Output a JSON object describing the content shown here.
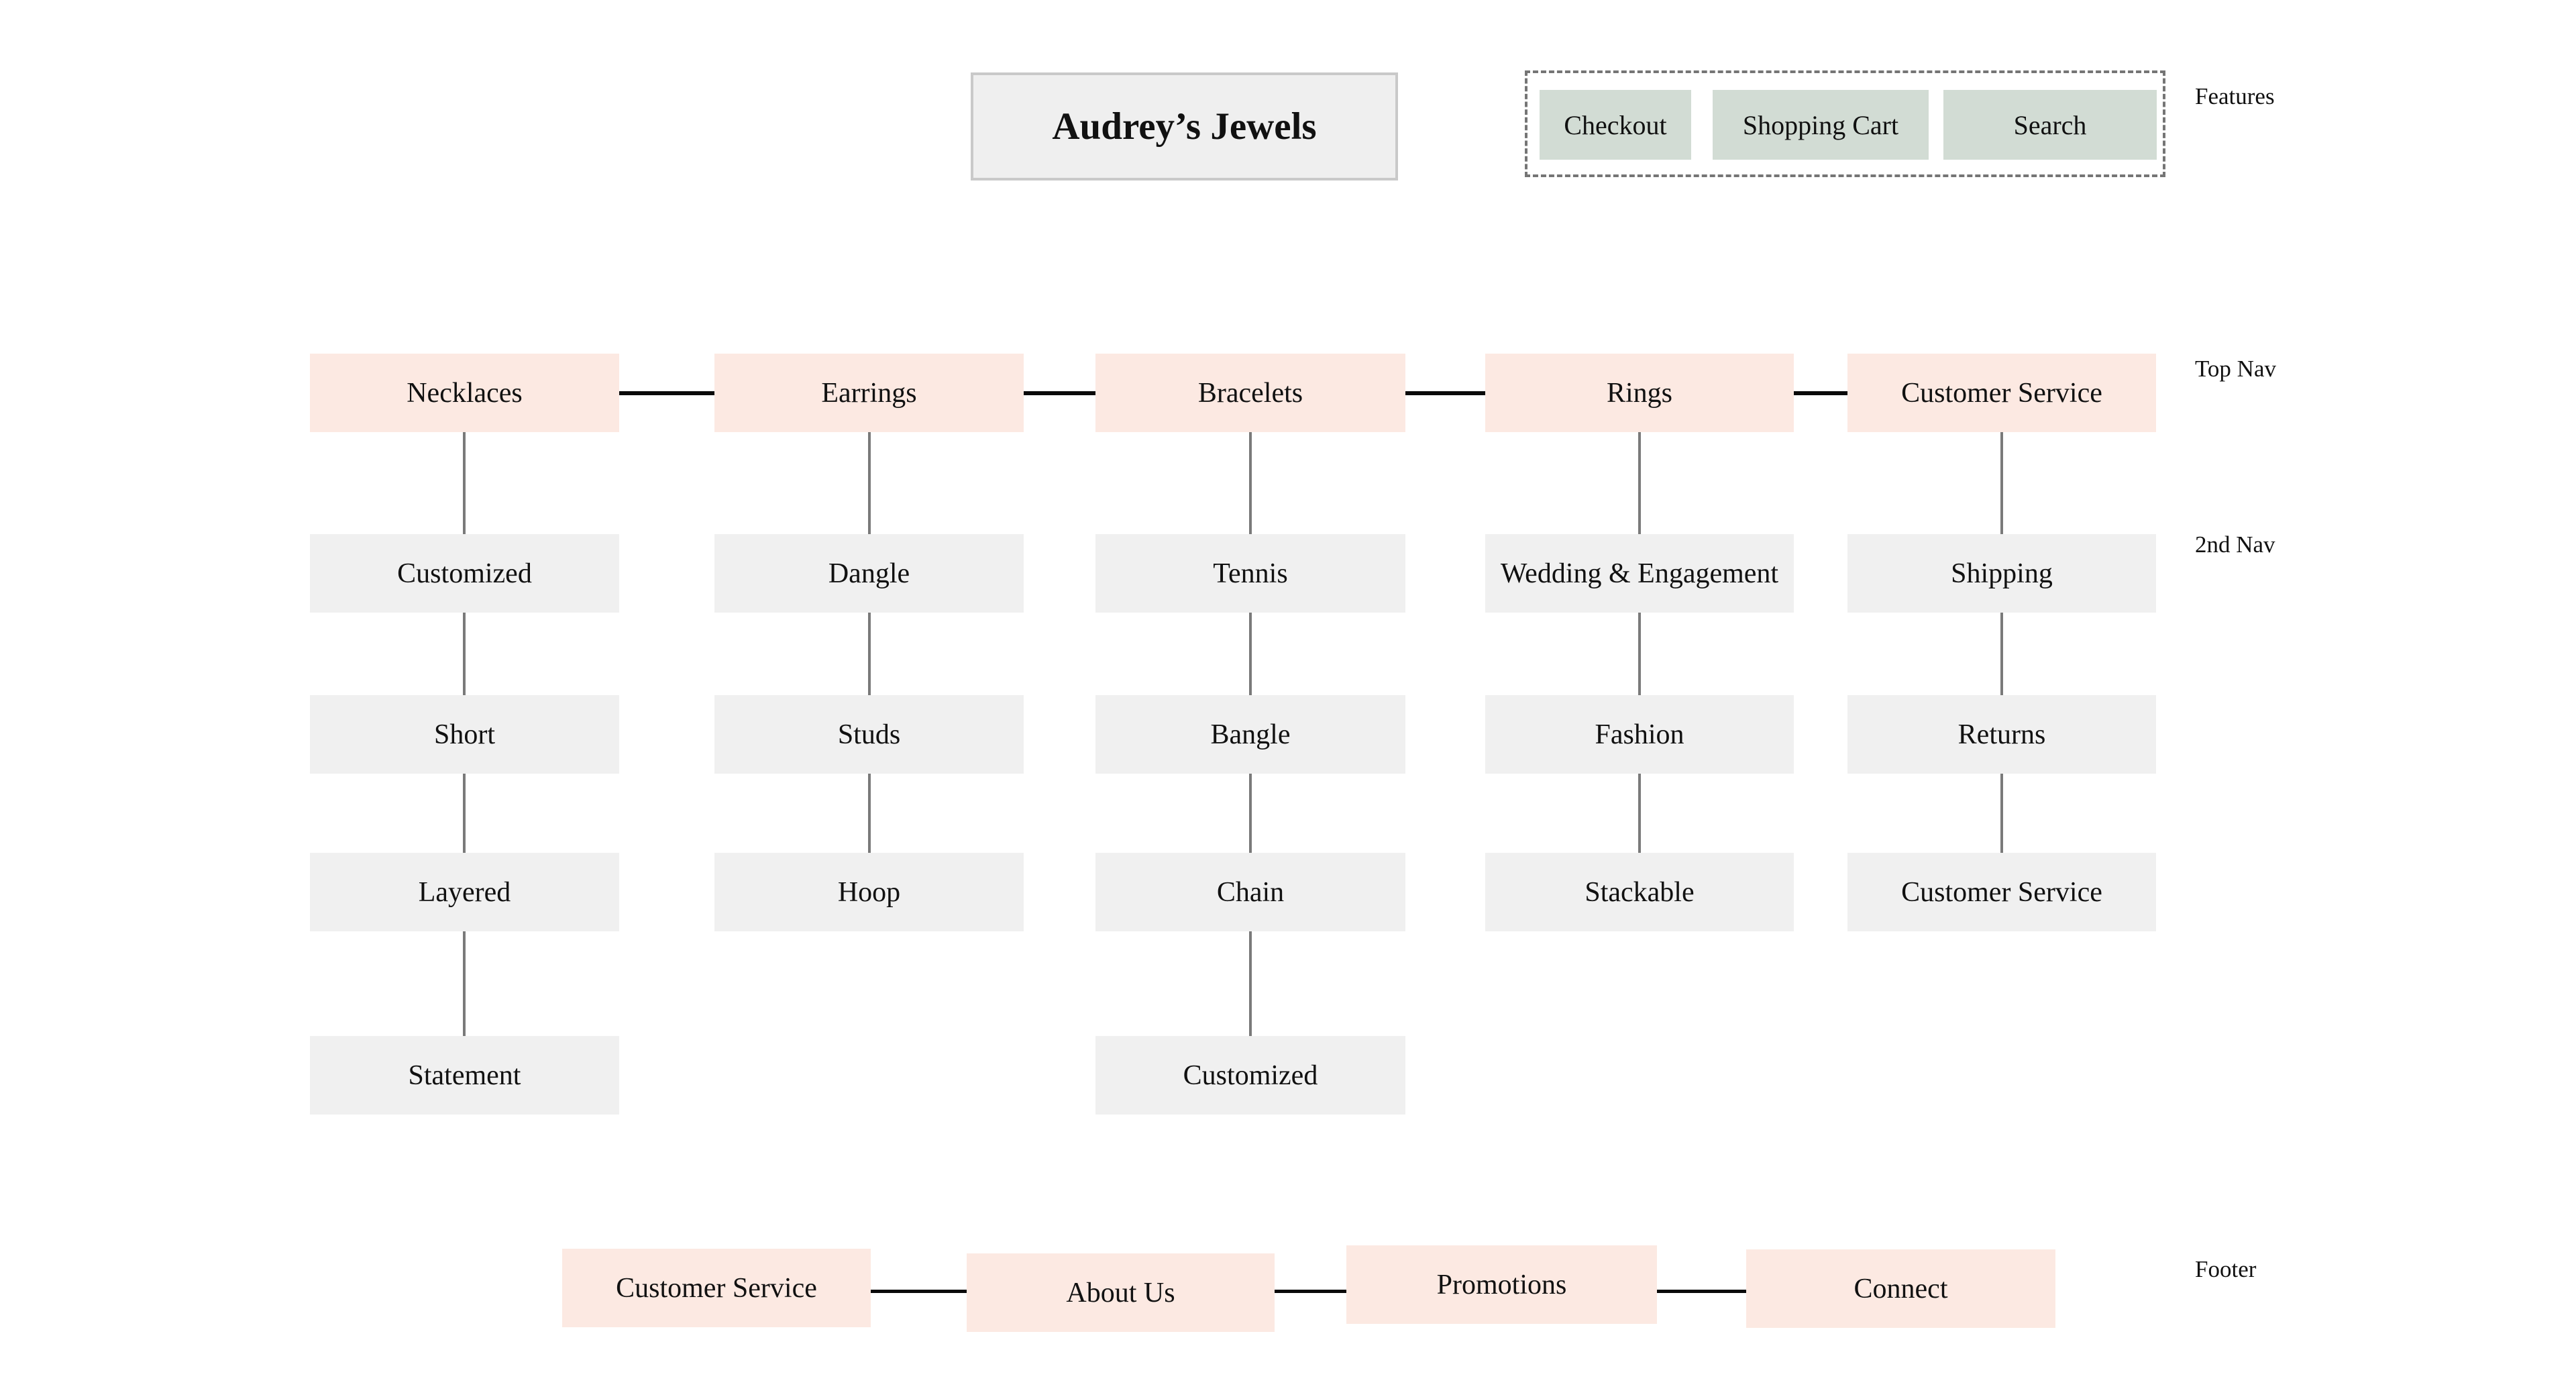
{
  "site_title": "Audrey’s Jewels",
  "section_labels": {
    "features": "Features",
    "top_nav": "Top Nav",
    "second_nav": "2nd Nav",
    "footer": "Footer"
  },
  "features": [
    "Checkout",
    "Shopping Cart",
    "Search"
  ],
  "top_nav": [
    {
      "label": "Necklaces",
      "children": [
        "Customized",
        "Short",
        "Layered",
        "Statement"
      ]
    },
    {
      "label": "Earrings",
      "children": [
        "Dangle",
        "Studs",
        "Hoop"
      ]
    },
    {
      "label": "Bracelets",
      "children": [
        "Tennis",
        "Bangle",
        "Chain",
        "Customized"
      ]
    },
    {
      "label": "Rings",
      "children": [
        "Wedding & Engagement",
        "Fashion",
        "Stackable"
      ]
    },
    {
      "label": "Customer Service",
      "children": [
        "Shipping",
        "Returns",
        "Customer Service"
      ]
    }
  ],
  "footer_nav": [
    "Customer Service",
    "About Us",
    "Promotions",
    "Connect"
  ],
  "colors": {
    "top_nav_fill": "#fce9e2",
    "footer_fill": "#fce9e2",
    "subnav_fill": "#f0f0f0",
    "feature_fill": "#d2dcd4",
    "title_fill": "#efefef",
    "title_border": "#c9c9c9",
    "dashed_border": "#757575",
    "connector_black": "#0a0a0a",
    "connector_gray": "#7a7a7a"
  }
}
